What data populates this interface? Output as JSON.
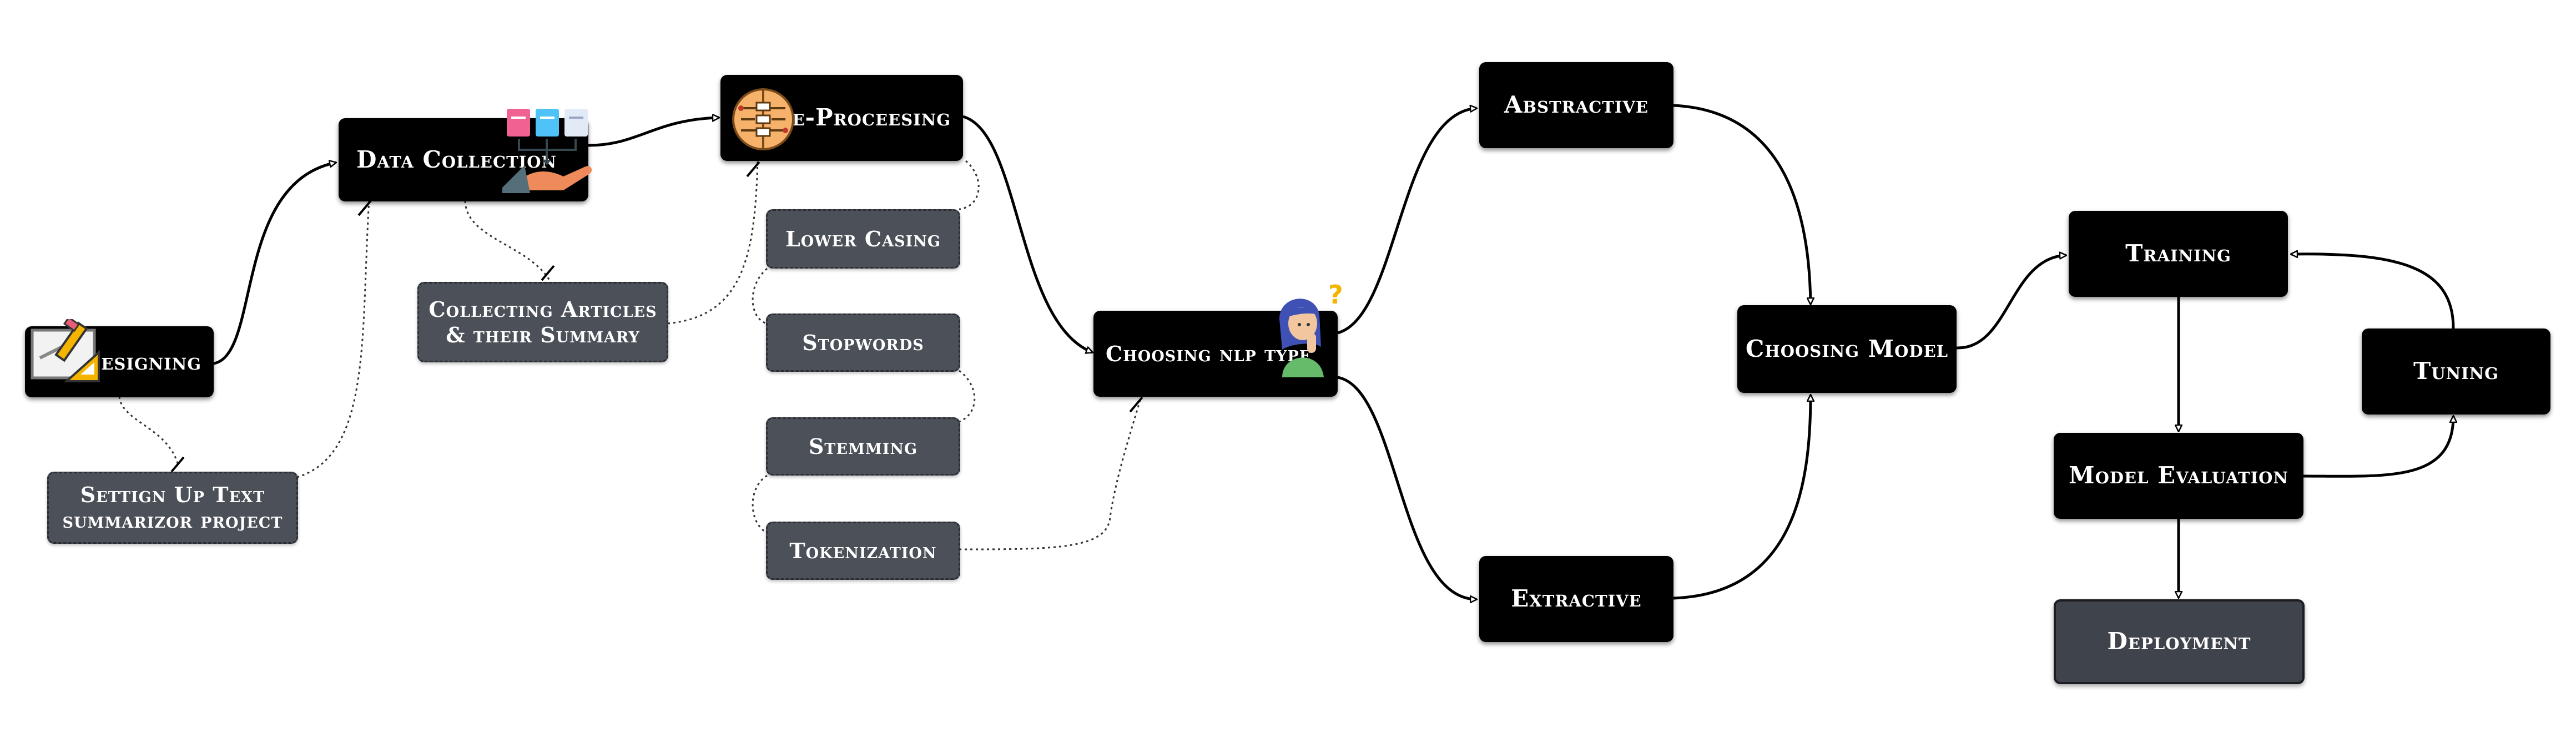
{
  "nodes": {
    "designing": "Designing",
    "setting_up": "Settign Up Text summarizor project",
    "data_collection": "Data Collection",
    "collecting_articles": "Collecting Articles & their Summary",
    "pre_processing": "Pre-Proceesing",
    "lower_casing": "Lower Casing",
    "stopwords": "Stopwords",
    "stemming": "Stemming",
    "tokenization": "Tokenization",
    "choosing_nlp_type": "Choosing nlp type",
    "abstractive": "Abstractive",
    "extractive": "Extractive",
    "choosing_model": "Choosing Model",
    "training": "Training",
    "tuning": "Tuning",
    "model_evaluation": "Model Evaluation",
    "deployment": "Deployment"
  },
  "icons": {
    "designing": "design-tools-icon",
    "data_collection": "data-collection-documents-icon",
    "pre_processing": "brain-circuit-icon",
    "choosing_nlp_type": "thinking-girl-icon"
  },
  "colors": {
    "primary_node": "#000000",
    "secondary_node": "#4b5059",
    "deployment_node": "#3f434b",
    "connector": "#000000"
  }
}
